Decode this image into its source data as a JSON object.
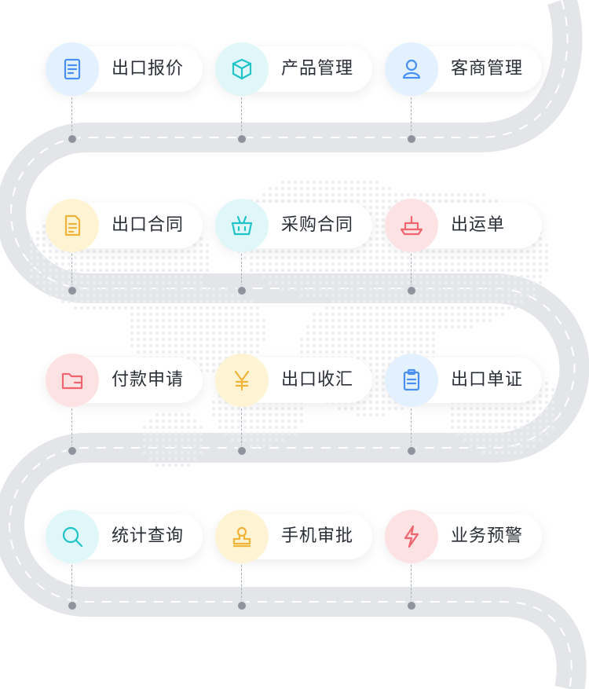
{
  "colors": {
    "road": "#e4e5e8",
    "road_dash": "#ffffff",
    "map_dots": "#eceef1",
    "label_text": "#2a2e36",
    "blue": {
      "bg": "#e3f0fe",
      "fg": "#4a90f0"
    },
    "cyan": {
      "bg": "#dff7f8",
      "fg": "#1fc3c8"
    },
    "yellow": {
      "bg": "#fef3d2",
      "fg": "#f1b43b"
    },
    "pink": {
      "bg": "#fde2e4",
      "fg": "#f0646e"
    }
  },
  "rows": [
    {
      "items": [
        {
          "label": "出口报价",
          "icon": "document-icon",
          "theme": "blue"
        },
        {
          "label": "产品管理",
          "icon": "box-icon",
          "theme": "cyan"
        },
        {
          "label": "客商管理",
          "icon": "user-icon",
          "theme": "blue"
        }
      ]
    },
    {
      "items": [
        {
          "label": "出口合同",
          "icon": "contract-icon",
          "theme": "yellow"
        },
        {
          "label": "采购合同",
          "icon": "basket-icon",
          "theme": "cyan"
        },
        {
          "label": "出运单",
          "icon": "ship-icon",
          "theme": "pink"
        }
      ]
    },
    {
      "items": [
        {
          "label": "付款申请",
          "icon": "folder-icon",
          "theme": "pink"
        },
        {
          "label": "出口收汇",
          "icon": "yen-icon",
          "theme": "yellow"
        },
        {
          "label": "出口单证",
          "icon": "clipboard-icon",
          "theme": "blue"
        }
      ]
    },
    {
      "items": [
        {
          "label": "统计查询",
          "icon": "search-icon",
          "theme": "cyan"
        },
        {
          "label": "手机审批",
          "icon": "stamp-icon",
          "theme": "yellow"
        },
        {
          "label": "业务预警",
          "icon": "lightning-icon",
          "theme": "pink"
        }
      ]
    }
  ]
}
